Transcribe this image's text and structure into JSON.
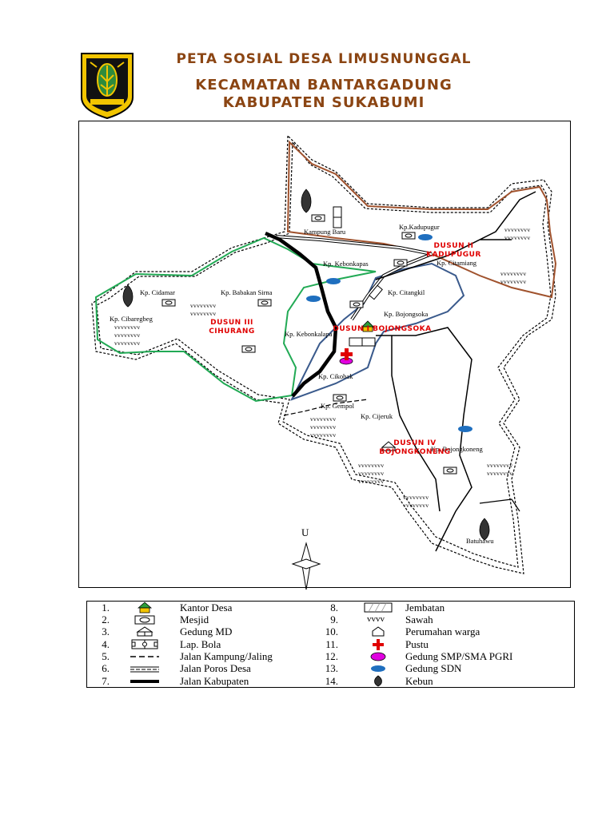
{
  "title": {
    "line1": "PETA SOSIAL DESA LIMUSNUNGGAL",
    "line2": "KECAMATAN BANTARGADUNG",
    "line3": "KABUPATEN SUKABUMI"
  },
  "colors": {
    "title": "#8B4513",
    "dusun_label": "#e00000",
    "dusun_ii_boundary": "#a0522d",
    "dusun_iii_boundary": "#22aa55",
    "dusun_i_boundary": "#3a5a8c",
    "road_kabupaten": "#000000",
    "sdn": "#1f6fbf",
    "smp": "#e000e0",
    "pustu": "#e00000"
  },
  "map": {
    "places": [
      {
        "name": "Kampung Baru"
      },
      {
        "name": "Kp.Kadupugur"
      },
      {
        "name": "Kp. Citamiang"
      },
      {
        "name": "Kp. Kebonkapas"
      },
      {
        "name": "Kp. Cidamar"
      },
      {
        "name": "Kp. Babakan Sirna"
      },
      {
        "name": "Kp. Citangkil"
      },
      {
        "name": "Kp. Bojongsoka"
      },
      {
        "name": "Kp. Cibaregbeg"
      },
      {
        "name": "Kp. Kebonkalapa"
      },
      {
        "name": "Kp. Cikobak"
      },
      {
        "name": "Kp. Gempol"
      },
      {
        "name": "Kp. Cijeruk"
      },
      {
        "name": "Kp. Bojongkoneng"
      },
      {
        "name": "Batuhawu"
      }
    ],
    "dusun": [
      {
        "line1": "DUSUN II",
        "line2": "KADUPUGUR"
      },
      {
        "line1": "DUSUN III",
        "line2": "CIHURANG"
      },
      {
        "line1": "DUSUN I BOJONGSOKA",
        "line2": ""
      },
      {
        "line1": "DUSUN IV",
        "line2": "BOJONGKONENG"
      }
    ],
    "sawah_mark": "vvvvvvvv",
    "north_label": "U"
  },
  "legend": {
    "items": [
      {
        "num": "1.",
        "label": "Kantor Desa",
        "icon": "kantor-desa-icon"
      },
      {
        "num": "2.",
        "label": "Mesjid",
        "icon": "mesjid-icon"
      },
      {
        "num": "3.",
        "label": "Gedung MD",
        "icon": "gedung-md-icon"
      },
      {
        "num": "4.",
        "label": "Lap. Bola",
        "icon": "lap-bola-icon"
      },
      {
        "num": "5.",
        "label": "Jalan  Kampung/Jaling",
        "icon": "jalan-kampung-icon"
      },
      {
        "num": "6.",
        "label": "Jalan Poros Desa",
        "icon": "jalan-poros-icon"
      },
      {
        "num": "7.",
        "label": "Jalan Kabupaten",
        "icon": "jalan-kabupaten-icon"
      },
      {
        "num": "8.",
        "label": "Jembatan",
        "icon": "jembatan-icon"
      },
      {
        "num": "9.",
        "label": "Sawah",
        "icon": "sawah-icon",
        "symbol_text": "vvvv"
      },
      {
        "num": "10.",
        "label": "Perumahan warga",
        "icon": "perumahan-icon"
      },
      {
        "num": "11.",
        "label": "Pustu",
        "icon": "pustu-icon"
      },
      {
        "num": "12.",
        "label": "Gedung SMP/SMA PGRI",
        "icon": "smp-icon"
      },
      {
        "num": "13.",
        "label": "Gedung SDN",
        "icon": "sdn-icon"
      },
      {
        "num": "14.",
        "label": "Kebun",
        "icon": "kebun-icon"
      }
    ]
  }
}
